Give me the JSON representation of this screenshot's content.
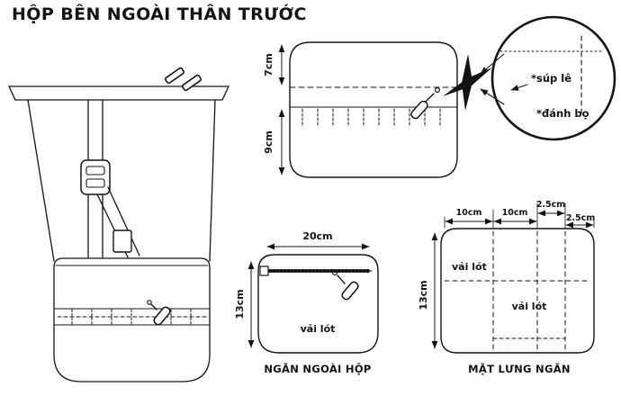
{
  "title": "HỘP BÊN NGOÀI THÂN TRƯỚC",
  "colors": {
    "ink": "#141414",
    "bg": "#ffffff"
  },
  "top_box": {
    "dim_top": "7cm",
    "dim_bottom": "9cm"
  },
  "detail": {
    "note_top": "*súp lê",
    "note_bottom": "*đánh bọ"
  },
  "outer_pocket": {
    "dim_width": "20cm",
    "dim_height": "13cm",
    "lining": "vải lót",
    "caption": "NGĂN NGOÀI HỘP"
  },
  "back_panel": {
    "dims_top": [
      "10cm",
      "10cm",
      "2.5cm",
      "2.5cm"
    ],
    "dim_height": "13cm",
    "lining_left": "vải lót",
    "lining_center": "vải lót",
    "caption": "MẶT LƯNG NGĂN"
  }
}
